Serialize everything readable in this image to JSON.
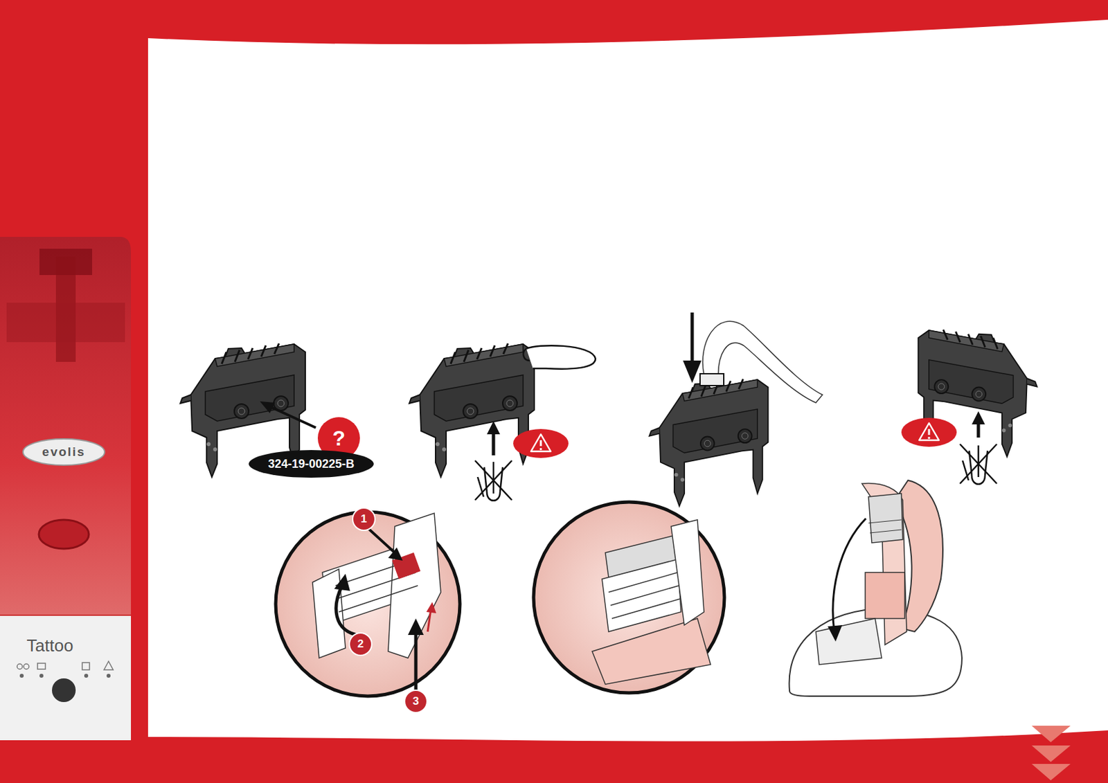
{
  "diagram": {
    "nodes": [
      {
        "text": [
          "?"
        ]
      },
      {
        "text": [
          "324-19-00225-B"
        ]
      }
    ],
    "labels": [
      "1",
      "2",
      "3",
      "evolis",
      "Tattoo"
    ]
  }
}
